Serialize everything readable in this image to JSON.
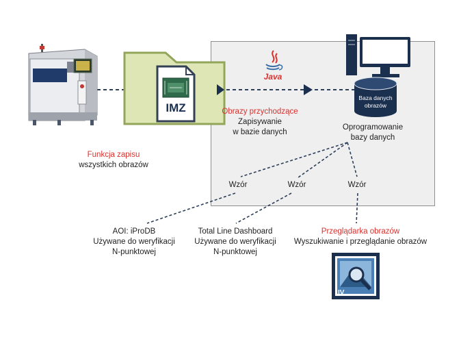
{
  "colors": {
    "accent_red": "#d8322e",
    "panel_gray": "#efefef",
    "folder_green": "#dde6b4",
    "folder_border": "#93a55b",
    "db_navy": "#1b2f4f",
    "arrow_navy": "#2c3e58"
  },
  "icons": {
    "machine": "smt-machine-icon",
    "folder": "folder-icon",
    "file": "imz-file-icon",
    "java": "java-logo",
    "monitor": "monitor-icon",
    "database": "database-icon",
    "viewer": "image-viewer-icon"
  },
  "file_label": "IMZ",
  "java_label": "Java",
  "database_label_line1": "Baza danych",
  "database_label_line2": "obrazów",
  "viewer_badge": "IV",
  "record_function": {
    "title": "Funkcja zapisu",
    "subtitle": "wszystkich obrazów"
  },
  "incoming": {
    "title": "Obrazy przychodzące",
    "line1": "Zapisywanie",
    "line2": "w bazie danych"
  },
  "db_software": {
    "line1": "Oprogramowanie",
    "line2": "bazy danych"
  },
  "patterns": [
    "Wzór",
    "Wzór",
    "Wzór"
  ],
  "outputs": [
    {
      "title": "AOI: iProDB",
      "line1": "Używane do weryfikacji",
      "line2": "N-punktowej"
    },
    {
      "title": "Total Line Dashboard",
      "line1": "Używane do weryfikacji",
      "line2": "N-punktowej"
    },
    {
      "title": "Przeglądarka obrazów",
      "line1": "Wyszukiwanie i przeglądanie obrazów"
    }
  ]
}
